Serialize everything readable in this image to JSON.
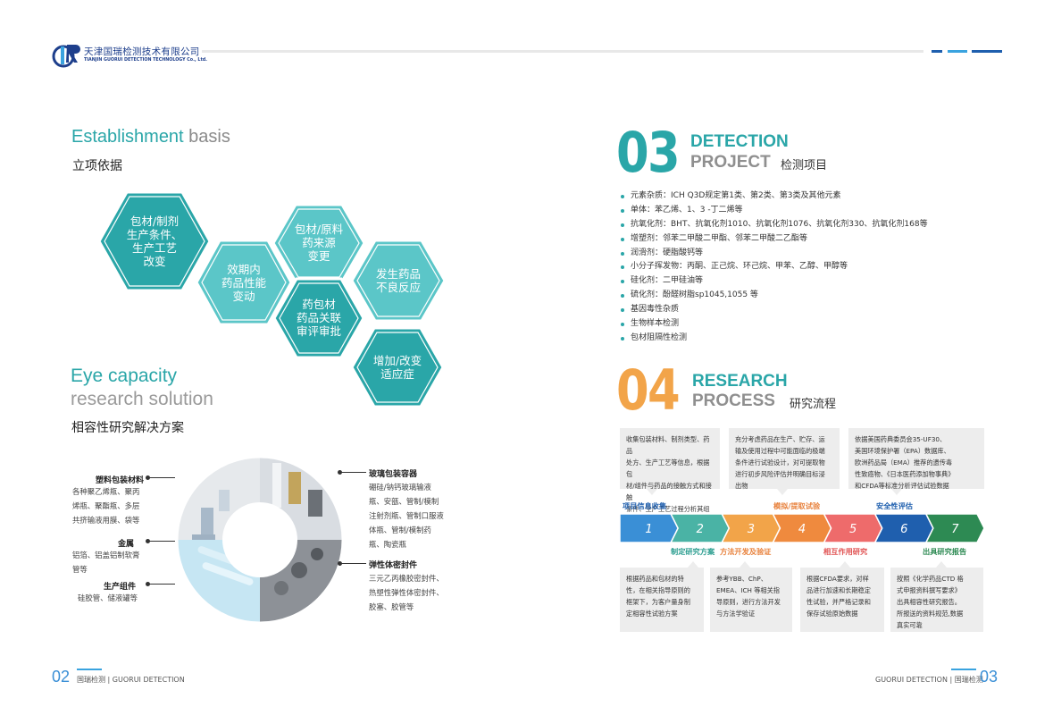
{
  "header": {
    "company_cn": "天津国瑞检测技术有限公司",
    "company_en": "TIANJIN GUORUI DETECTION TECHNOLOGY Co., Ltd."
  },
  "left": {
    "establishment_en_a": "Establishment",
    "establishment_en_b": " basis",
    "establishment_cn": "立项依据",
    "hexagons": [
      "包材/制剂\n生产条件、\n生产工艺\n改变",
      "效期内\n药品性能\n变动",
      "包材/原料\n药来源\n变更",
      "药包材\n药品关联\n审评审批",
      "发生药品\n不良反应",
      "增加/改变\n适应症"
    ],
    "eye_en_1": "Eye capacity",
    "eye_en_2": "research solution",
    "eye_cn": "相容性研究解决方案",
    "materials": [
      {
        "label": "塑料包装材料",
        "text": "各种聚乙烯瓶、聚丙\n烯瓶、聚酯瓶、多层\n共挤输液用膜、袋等"
      },
      {
        "label": "金属",
        "text": "铝箔、铝盖铝制软膏\n管等"
      },
      {
        "label": "生产组件",
        "text": "硅胶管、储液罐等"
      },
      {
        "label": "玻璃包装容器",
        "text": "硼硅/钠钙玻璃输液\n瓶、安瓿、管制/模制\n注射剂瓶、管制口服液\n体瓶、管制/模制药\n瓶、陶瓷瓶"
      },
      {
        "label": "弹性体密封件",
        "text": "三元乙丙橡胶密封件、\n热塑性弹性体密封件、\n胶塞、胶管等"
      }
    ]
  },
  "right": {
    "num03": "03",
    "detection_en_1": "DETECTION",
    "detection_en_2": "PROJECT",
    "detection_cn": "检测项目",
    "items": [
      "元素杂质：ICH Q3D规定第1类、第2类、第3类及其他元素",
      "单体：苯乙烯、1、3 -丁二烯等",
      "抗氧化剂：BHT、抗氧化剂1010、抗氧化剂1076、抗氧化剂330、抗氧化剂168等",
      "增塑剂：邻苯二甲酸二甲酯、邻苯二甲酸二乙酯等",
      "润滑剂：硬脂酸钙等",
      "小分子挥发物：丙酮、正己烷、环己烷、甲苯、乙醇、甲醇等",
      "硅化剂：二甲硅油等",
      "硫化剂：酚醛树脂sp1045,1055 等",
      "基因毒性杂质",
      "生物样本检测",
      "包材阻隔性检测"
    ],
    "num04": "04",
    "research_en_1": "RESEARCH",
    "research_en_2": "PROCESS",
    "research_cn": "研究流程",
    "top_boxes": [
      "收集包装材料、制剂类型、药品\n处方、生产工艺等信息，根据包\n材/组件与药品的接触方式和接触\n条件、生产工艺过程分析其组成\n成分",
      "充分考虑药品在生产、贮存、运\n输及使用过程中可能面临的极端\n条件进行试验设计，对可提取物\n进行初步风险评估并明确目标浸\n出物",
      "依据美国药典委员会35-UF30、\n美国环境保护署（EPA）数据库、\n欧洲药品局（EMA）推荐的遗传毒\n性致癌物、《日本医药添加物事典》\n和CFDA等标准分析评估试验数据"
    ],
    "steps": [
      "1",
      "2",
      "3",
      "4",
      "5",
      "6",
      "7"
    ],
    "step_colors": [
      "#3a8fd6",
      "#4ab3a5",
      "#f2a449",
      "#ef8a3e",
      "#ee6b6b",
      "#1f5fae",
      "#2d8a53"
    ],
    "upper_labels": [
      "项目信息收集",
      "模拟/提取试验",
      "安全性评估"
    ],
    "lower_labels": [
      "制定研究方案",
      "方法开发及验证",
      "相互作用研究",
      "出具研究报告"
    ],
    "bottom_boxes": [
      "根据药品和包材的特\n性，在相关指导原则的\n框架下，为客户量身制\n定相容性试验方案",
      "参考YBB、ChP、\nEMEA、ICH 等相关指\n导原则，进行方法开发\n与方法学验证",
      "根据CFDA要求，对样\n品进行加速和长期稳定\n性试验，并严格记录和\n保存试验原始数据",
      "按照《化学药品CTD 格\n式申报资料撰写要求》\n出具相容性研究报告。\n所报送的资料规范,数据\n真实可靠"
    ]
  },
  "footer": {
    "left_page": "02",
    "left_text": "国瑞检测 | GUORUI DETECTION",
    "right_text": "GUORUI DETECTION | 国瑞检测",
    "right_page": "03"
  }
}
